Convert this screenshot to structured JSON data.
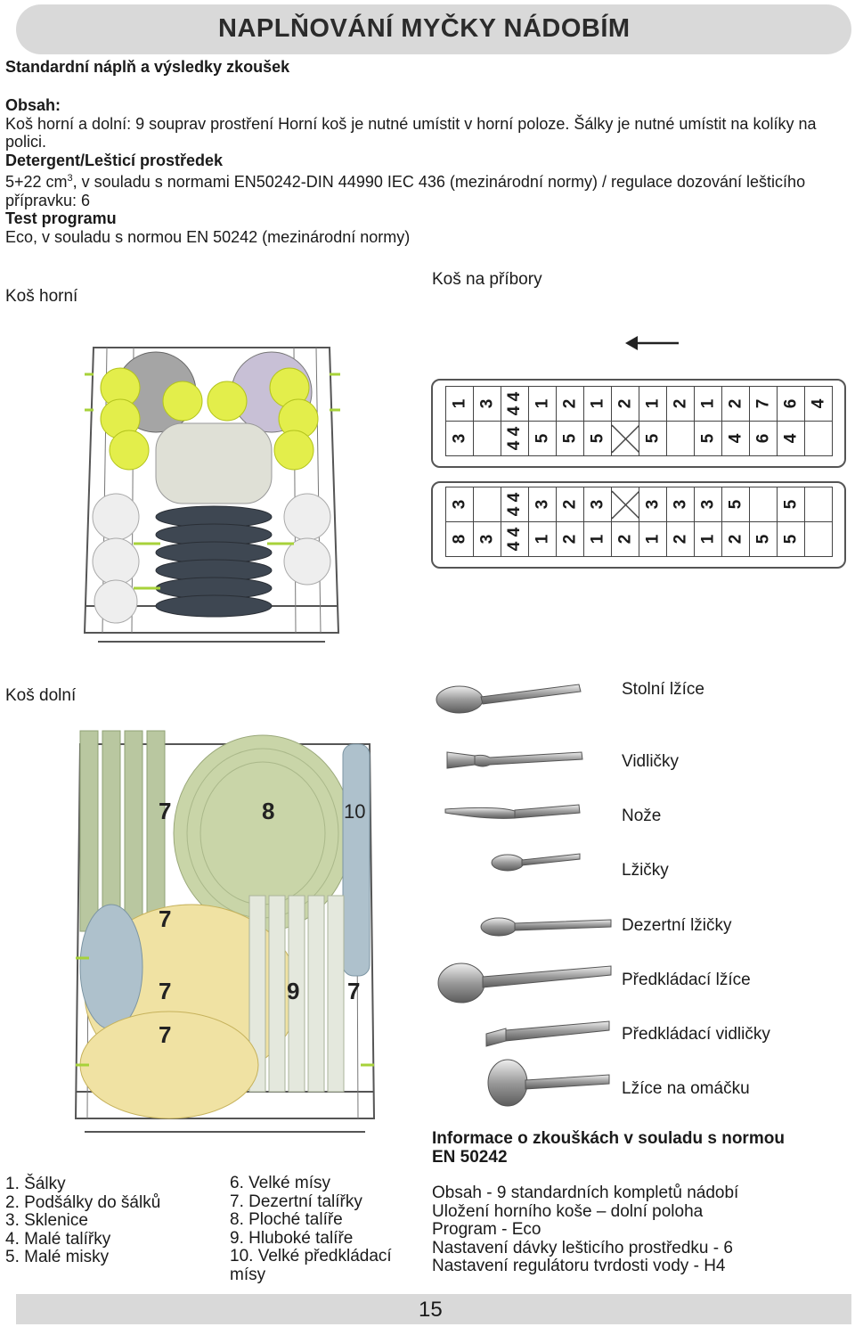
{
  "header": {
    "title": "NAPLŇOVÁNÍ MYČKY NÁDOBÍM"
  },
  "subtitle": "Standardní náplň a výsledky zkoušek",
  "content": {
    "obsah_heading": "Obsah:",
    "obsah_text": "Koš horní a dolní: 9 souprav prostření Horní koš je nutné umístit v horní poloze. Šálky je nutné umístit na kolíky na polici.",
    "detergent_heading": "Detergent/Lešticí prostředek",
    "detergent_text_a": "5+22 cm",
    "detergent_sup": "3",
    "detergent_text_b": ", v souladu s normami EN50242-DIN 44990 IEC 436 (mezinárodní normy) / regulace dozování lešticího přípravku: 6",
    "test_heading": "Test programu",
    "test_text": "Eco, v souladu s normou EN 50242 (mezinárodní normy)"
  },
  "labels": {
    "upper_basket": "Koš horní",
    "cutlery_basket": "Koš na příbory",
    "lower_basket": "Koš dolní"
  },
  "cutlery_grid": {
    "top_row1": [
      "1",
      "3",
      "4 4",
      "1",
      "2",
      "1",
      "2",
      "1",
      "2",
      "1",
      "2",
      "7",
      "6",
      "4"
    ],
    "top_row2": [
      "3",
      "",
      "4 4",
      "5",
      "5",
      "5",
      "X",
      "5",
      "",
      "5",
      "4",
      "6",
      "4"
    ],
    "bottom_row1": [
      "3",
      "",
      "4 4",
      "3",
      "2",
      "3",
      "X",
      "3",
      "3",
      "3",
      "5",
      "",
      "5"
    ],
    "bottom_row2": [
      "8",
      "3",
      "4 4",
      "1",
      "2",
      "1",
      "2",
      "1",
      "2",
      "1",
      "2",
      "5",
      "5",
      ""
    ]
  },
  "lower_basket_numbers": {
    "n7a": "7",
    "n8": "8",
    "n10": "10",
    "n7b": "7",
    "n7c": "7",
    "n9": "9",
    "n7d": "7",
    "n7e": "7"
  },
  "cutlery_items": [
    "Stolní lžíce",
    "Vidličky",
    "Nože",
    "Lžičky",
    "Dezertní lžičky",
    "Předkládací lžíce",
    "Předkládací vidličky",
    "Lžíce na omáčku"
  ],
  "legend_left": [
    "1. Šálky",
    "2. Podšálky do šálků",
    "3. Sklenice",
    "4. Malé talířky",
    "5. Malé misky"
  ],
  "legend_right": [
    "6. Velké mísy",
    "7. Dezertní talířky",
    "8. Ploché talíře",
    "9. Hluboké talíře",
    "10. Velké předkládací",
    "mísy"
  ],
  "info": {
    "heading1": "Informace o zkouškách v souladu s normou",
    "heading2": "EN 50242",
    "lines": [
      "Obsah - 9 standardních kompletů nádobí",
      "Uložení horního koše – dolní poloha",
      "Program - Eco",
      "Nastavení dávky lešticího prostředku - 6",
      "Nastavení regulátoru tvrdosti vody - H4"
    ]
  },
  "footer": {
    "page": "15"
  }
}
